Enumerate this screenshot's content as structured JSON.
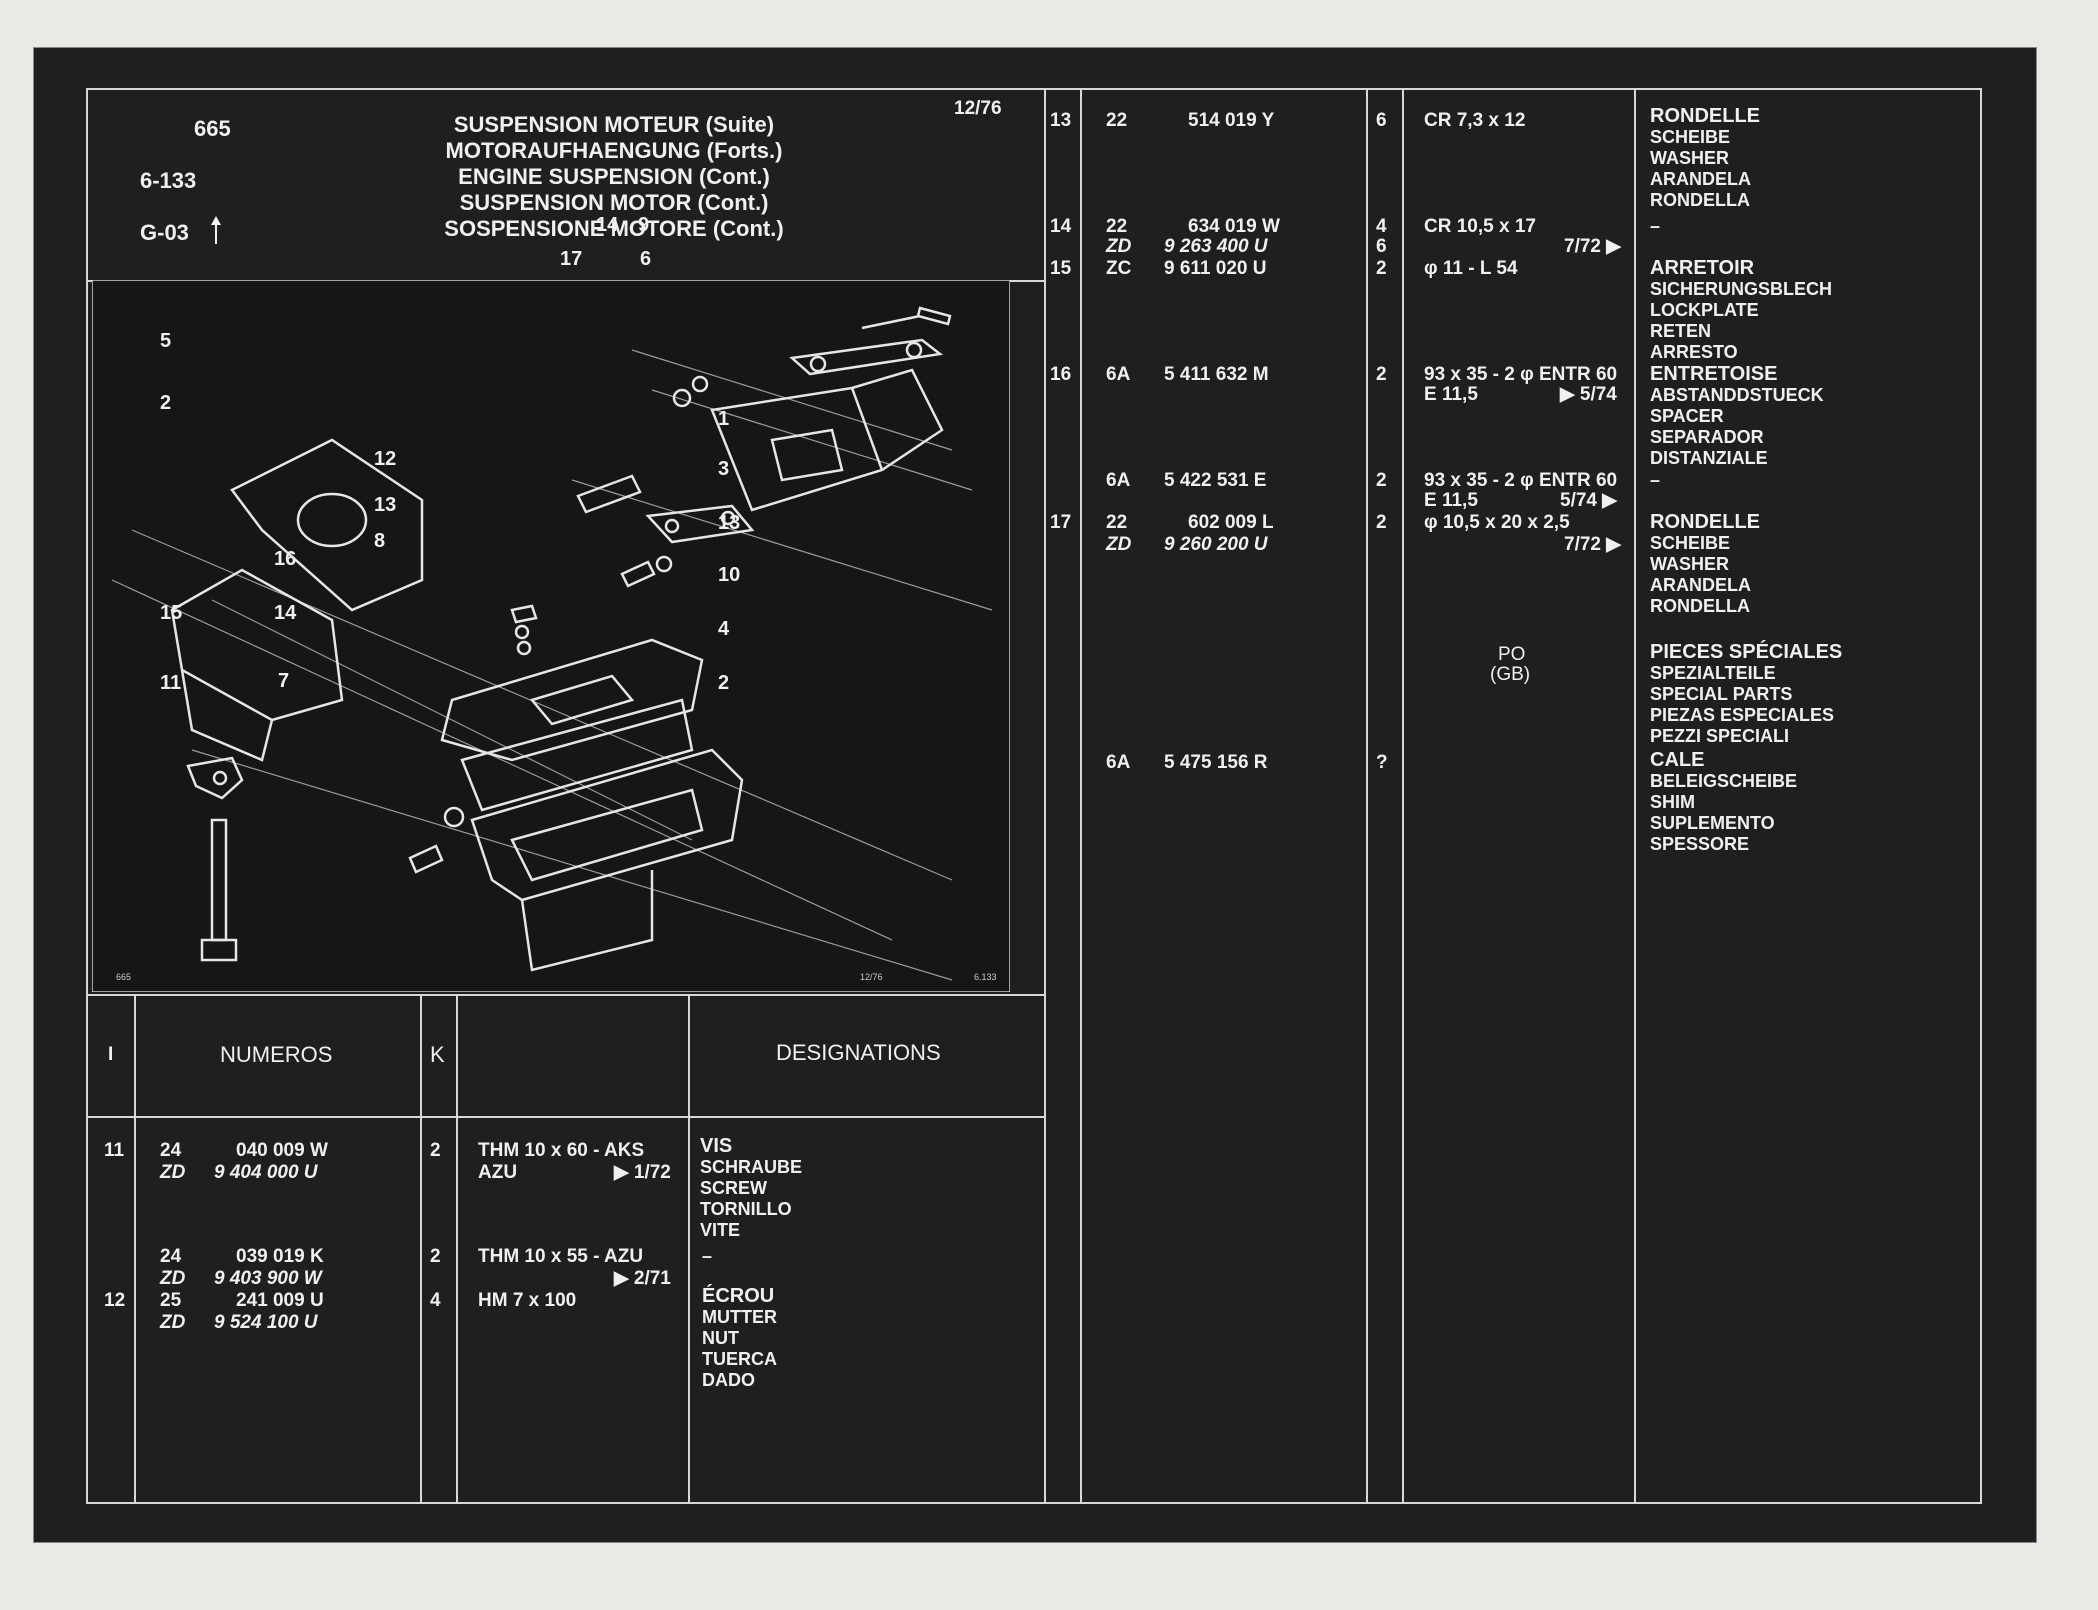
{
  "header": {
    "group": "665",
    "plate": "6-133",
    "section": "G-03",
    "date": "12/76",
    "titles": [
      "SUSPENSION MOTEUR (Suite)",
      "MOTORAUFHAENGUNG (Forts.)",
      "ENGINE SUSPENSION (Cont.)",
      "SUSPENSION MOTOR (Cont.)",
      "SOSPENSIONE MOTORE (Cont.)"
    ]
  },
  "diagram": {
    "callouts": [
      "14",
      "9",
      "17",
      "6",
      "5",
      "2",
      "1",
      "3",
      "12",
      "13",
      "13",
      "8",
      "16",
      "10",
      "4",
      "15",
      "14",
      "7",
      "11",
      "2"
    ],
    "footer_left": "665",
    "footer_mid": "12/76",
    "footer_right": "6.133"
  },
  "table_headers": {
    "index": "I",
    "numbers": "NUMEROS",
    "k": "K",
    "designations": "DESIGNATIONS"
  },
  "left_rows": {
    "r11a": {
      "index": "11",
      "code": "24",
      "number": "040 009 W",
      "k": "2",
      "spec": "THM 10 x 60 - AKS",
      "spec2": "AZU",
      "note": "▶ 1/72"
    },
    "r11b": {
      "code": "ZD",
      "number": "9 404 000 U"
    },
    "r11_des": [
      "VIS",
      "SCHRAUBE",
      "SCREW",
      "TORNILLO",
      "VITE"
    ],
    "r11c": {
      "code": "24",
      "number": "039 019 K",
      "k": "2",
      "spec": "THM 10 x 55 - AZU",
      "note": "▶ 2/71",
      "des": "–"
    },
    "r11d": {
      "code": "ZD",
      "number": "9 403 900 W"
    },
    "r12a": {
      "index": "12",
      "code": "25",
      "number": "241 009 U",
      "k": "4",
      "spec": "HM 7 x 100"
    },
    "r12b": {
      "code": "ZD",
      "number": "9 524 100 U"
    },
    "r12_des": [
      "ÉCROU",
      "MUTTER",
      "NUT",
      "TUERCA",
      "DADO"
    ]
  },
  "right_rows": {
    "r13": {
      "index": "13",
      "code": "22",
      "number": "514 019 Y",
      "k": "6",
      "spec": "CR 7,3 x 12",
      "des": [
        "RONDELLE",
        "SCHEIBE",
        "WASHER",
        "ARANDELA",
        "RONDELLA"
      ]
    },
    "r14a": {
      "index": "14",
      "code": "22",
      "number": "634 019 W",
      "k": "4",
      "spec": "CR 10,5 x 17",
      "des": "–"
    },
    "r14b": {
      "code": "ZD",
      "number": "9 263 400 U",
      "k": "6",
      "note": "7/72 ▶"
    },
    "r15": {
      "index": "15",
      "code": "ZC",
      "number": "9 611 020 U",
      "k": "2",
      "spec": "φ 11 - L 54",
      "des": [
        "ARRETOIR",
        "SICHERUNGSBLECH",
        "LOCKPLATE",
        "RETEN",
        "ARRESTO"
      ]
    },
    "r16a": {
      "index": "16",
      "code": "6A",
      "number": "5 411 632 M",
      "k": "2",
      "spec": "93 x 35 - 2 φ ENTR 60",
      "spec2": "E 11,5",
      "note": "▶ 5/74",
      "des": [
        "ENTRETOISE",
        "ABSTANDDSTUECK",
        "SPACER",
        "SEPARADOR",
        "DISTANZIALE"
      ]
    },
    "r16b": {
      "code": "6A",
      "number": "5 422 531 E",
      "k": "2",
      "spec": "93 x 35 - 2 φ ENTR 60",
      "spec2": "E 11,5",
      "note": "5/74 ▶",
      "des": "–"
    },
    "r17a": {
      "index": "17",
      "code": "22",
      "number": "602 009 L",
      "k": "2",
      "spec": "φ 10,5 x 20 x 2,5",
      "note": "7/72 ▶",
      "des": [
        "RONDELLE",
        "SCHEIBE",
        "WASHER",
        "ARANDELA",
        "RONDELLA"
      ]
    },
    "r17b": {
      "code": "ZD",
      "number": "9 260 200 U"
    },
    "special": {
      "spec": "PO",
      "spec2": "(GB)",
      "des": [
        "PIECES SPÉCIALES",
        "SPEZIALTEILE",
        "SPECIAL PARTS",
        "PIEZAS ESPECIALES",
        "PEZZI SPECIALI"
      ]
    },
    "r_cale": {
      "code": "6A",
      "number": "5 475 156 R",
      "k": "?",
      "des": [
        "CALE",
        "BELEIGSCHEIBE",
        "SHIM",
        "SUPLEMENTO",
        "SPESSORE"
      ]
    }
  },
  "colors": {
    "card": "#1f1f1f",
    "lines": "#d8d8d8",
    "text": "#f0f0f0",
    "background": "#e9e9e6"
  }
}
